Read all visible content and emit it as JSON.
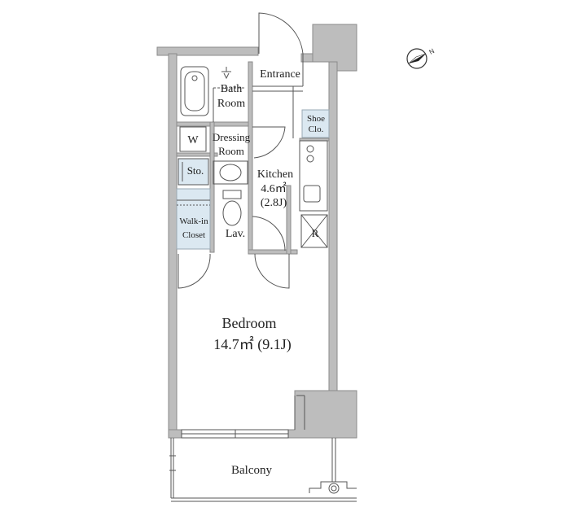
{
  "rooms": {
    "entrance": "Entrance",
    "bath_line1": "Bath",
    "bath_line2": "Room",
    "shoe_line1": "Shoe",
    "shoe_line2": "Clo.",
    "w": "W",
    "dressing_line1": "Dressing",
    "dressing_line2": "Room",
    "storage": "Sto.",
    "kitchen_name": "Kitchen",
    "kitchen_area": "4.6㎡",
    "kitchen_jo": "(2.8J)",
    "walkin_line1": "Walk-in",
    "walkin_line2": "Closet",
    "lavatory": "Lav.",
    "refrigerator": "R",
    "bedroom_name": "Bedroom",
    "bedroom_area": "14.7㎡ (9.1J)",
    "balcony": "Balcony"
  },
  "colors": {
    "wall": "#bdbdbd",
    "wall_stroke": "#8a8a8a",
    "line": "#555555",
    "storage_fill": "#dbe8f1"
  },
  "icons": {
    "north": "compass-north-icon"
  }
}
